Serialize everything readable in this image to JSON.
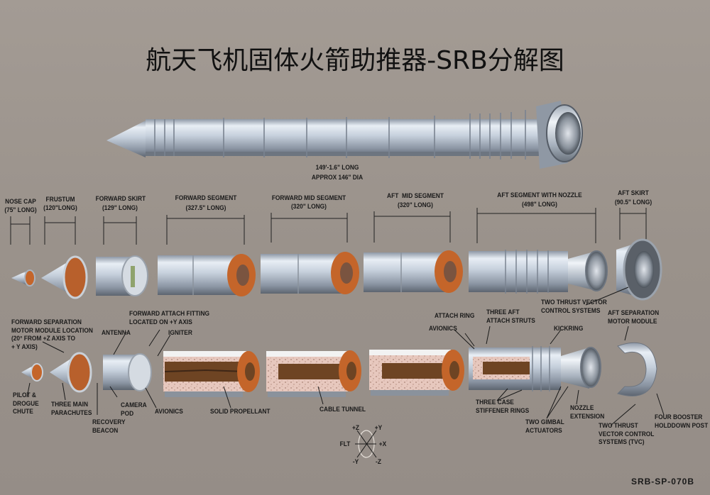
{
  "title": "航天飞机固体火箭助推器-SRB分解图",
  "assembled": {
    "length_label": "149'-1.6\" LONG",
    "diameter_label": "APPROX 146\" DIA"
  },
  "segments": [
    {
      "name": "NOSE CAP",
      "length": "(75\" LONG)"
    },
    {
      "name": "FRUSTUM",
      "length": "(120\"LONG)"
    },
    {
      "name": "FORWARD SKIRT",
      "length": "(129\" LONG)"
    },
    {
      "name": "FORWARD SEGMENT",
      "length": "(327.5\" LONG)"
    },
    {
      "name": "FORWARD MID SEGMENT",
      "length": "(320\" LONG)"
    },
    {
      "name": "AFT  MID SEGMENT",
      "length": "(320\" LONG)"
    },
    {
      "name": "AFT SEGMENT WITH NOZZLE",
      "length": "(498\" LONG)"
    },
    {
      "name": "AFT SKIRT",
      "length": "(90.5\" LONG)"
    }
  ],
  "callouts": {
    "fwd_sep_motor": "FORWARD SEPARATION\nMOTOR MODULE LOCATION\n(20° FROM +Z AXIS TO\n+ Y AXIS)",
    "fwd_attach": "FORWARD ATTACH FITTING\nLOCATED ON +Y AXIS",
    "antenna": "ANTENNA",
    "igniter": "IGNITER",
    "pilot_drogue": "PILOT &\nDROGUE\nCHUTE",
    "three_main_chutes": "THREE MAIN\nPARACHUTES",
    "camera_pod": "CAMERA\nPOD",
    "recovery_beacon": "RECOVERY\nBEACON",
    "avionics_fwd": "AVIONICS",
    "solid_propellant": "SOLID PROPELLANT",
    "cable_tunnel": "CABLE TUNNEL",
    "tvc_upper": "TWO THRUST VECTOR\nCONTROL SYSTEMS",
    "attach_ring": "ATTACH RING",
    "avionics_aft": "AVIONICS",
    "three_aft_struts": "THREE AFT\nATTACH STRUTS",
    "kickring": "KICKRING",
    "aft_sep_motor": "AFT SEPARATION\nMOTOR MODULE",
    "stiffener_rings": "THREE CASE\nSTIFFENER RINGS",
    "gimbal_actuators": "TWO GIMBAL\nACTUATORS",
    "nozzle_extension": "NOZZLE\nEXTENSION",
    "tvc_lower": "TWO THRUST\nVECTOR CONTROL\nSYSTEMS (TVC)",
    "holddown_post": "FOUR BOOSTER\nHOLDDOWN POST"
  },
  "axes": {
    "pz": "+Z",
    "py": "+Y",
    "flt": "FLT",
    "px": "+X",
    "ny": "-Y",
    "nz": "-Z"
  },
  "drawing_code": "SRB-SP-070B",
  "colors": {
    "background": "#9c948d",
    "metal": "#c9d3de",
    "propellant_face": "#c4652a",
    "propellant_cut": "#e6c7bd",
    "tunnel": "#6e4423"
  }
}
